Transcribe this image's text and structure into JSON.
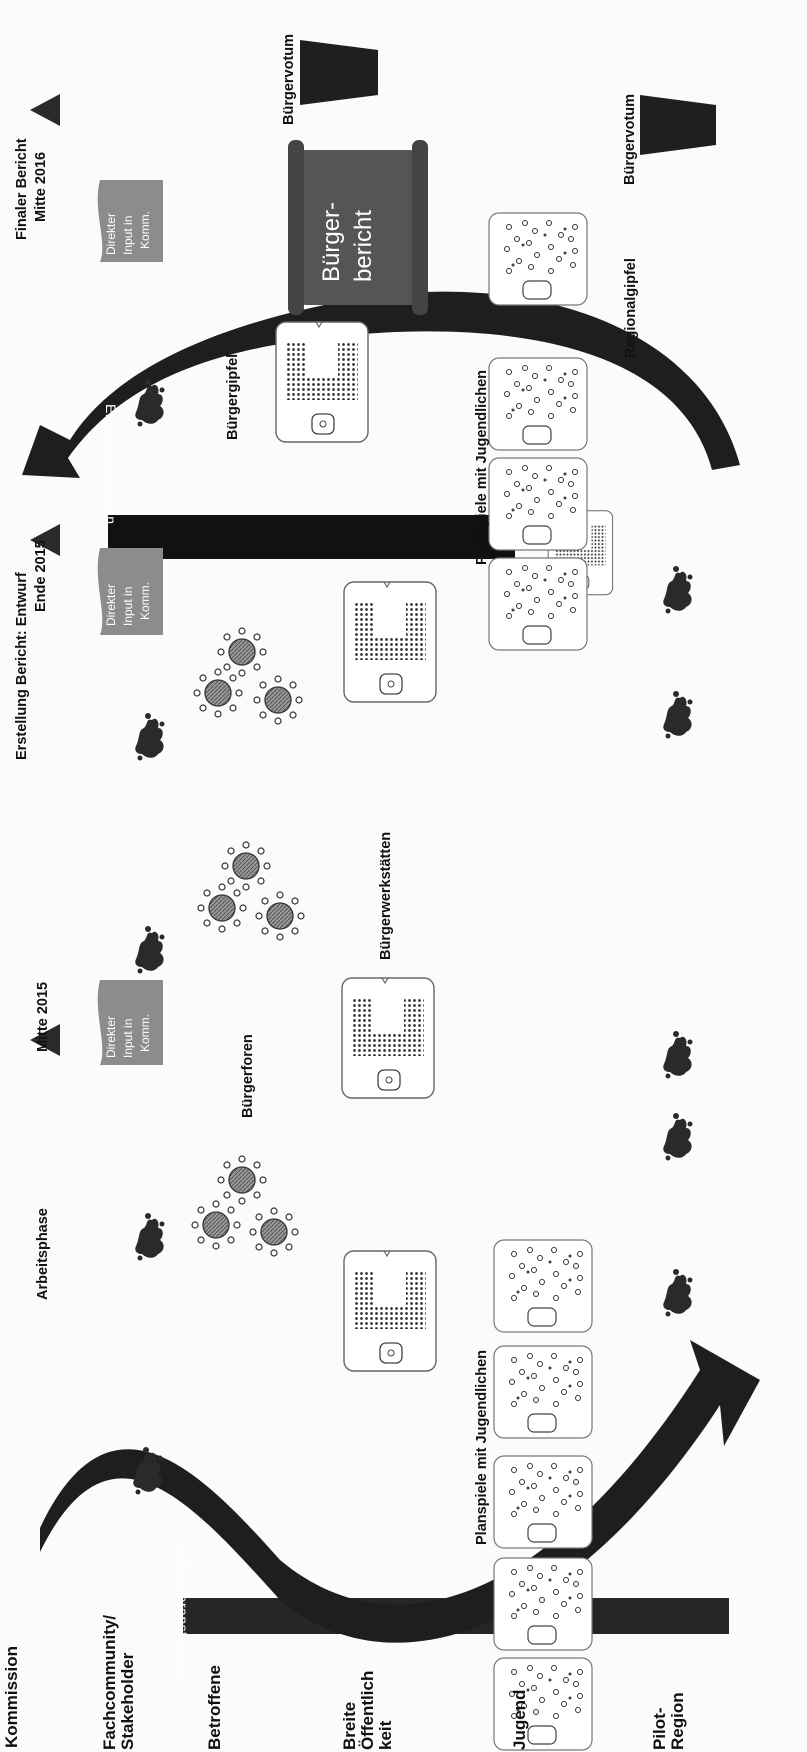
{
  "rows": {
    "kommission": "Kommission",
    "fachcommunity": "Fachcommunity/",
    "stakeholder": "Stakeholder",
    "betroffene": "Betroffene",
    "breite_1": "Breite",
    "breite_2": "Öffentlich",
    "breite_3": "keit",
    "jugend": "Jugend",
    "pilot_1": "Pilot-",
    "pilot_2": "Region"
  },
  "milestones": {
    "arbeitsphase": "Arbeitsphase",
    "mitte_2015": "Mitte 2015",
    "entwurf_1": "Erstellung Bericht: Entwurf",
    "entwurf_2": "Ende 2015",
    "final_1": "Finaler Bericht",
    "final_2": "Mitte 2016"
  },
  "bars": {
    "auftakt": "Auftaktveranstaltung",
    "eroerterung": "Erörterungstermin"
  },
  "formats": {
    "buergerforen": "Bürgerforen",
    "buergerwerkstaetten": "Bürgerwerkstätten",
    "buergergipfel": "Bürgergipfel",
    "planspiele_1": "Planspiele mit Jugendlichen",
    "planspiele_2": "Planspiele mit Jugendlichen",
    "regionalgipfel": "Regionalgipfel",
    "buergervotum_1": "Bürgervotum",
    "buergervotum_2": "Bürgervotum"
  },
  "docs": {
    "direkter_1": "Direkter",
    "direkter_2": "Input in",
    "direkter_3": "Komm.",
    "buergerbericht_1": "Bürger-",
    "buergerbericht_2": "bericht"
  },
  "colors": {
    "dark": "#1a1a1a",
    "mid": "#7a7a7a",
    "light": "#c7c7c7",
    "outline": "#555555"
  }
}
